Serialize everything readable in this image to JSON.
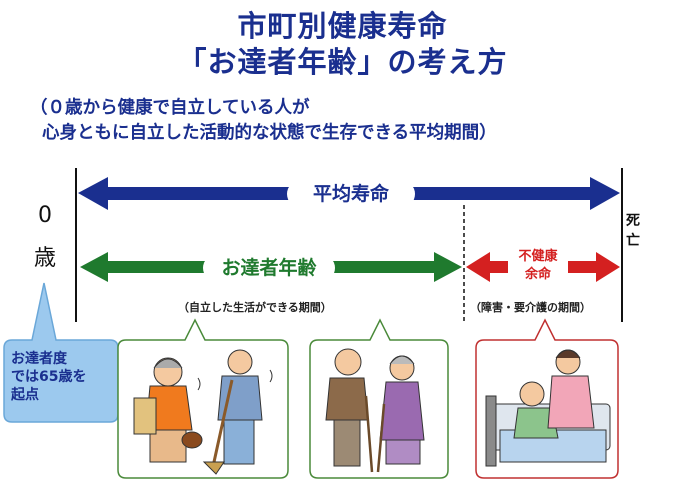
{
  "title": {
    "line1": "市町別健康寿命",
    "line2": "「お達者年齢」の考え方"
  },
  "subtitle": {
    "line1": "（０歳から健康で自立している人が",
    "line2": "心身ともに自立した活動的な状態で生存できる平均期間）"
  },
  "axis": {
    "start_digit": "0",
    "start_unit": "歳",
    "end_line1": "死",
    "end_line2": "亡"
  },
  "arrows": {
    "life_expectancy": "平均寿命",
    "otassha_age": "お達者年齢",
    "unhealthy_line1": "不健康",
    "unhealthy_line2": "余命"
  },
  "notes": {
    "independent": "（自立した生活ができる期間）",
    "disability": "（障害・要介護の期間）"
  },
  "bubble": {
    "line1": "お達者度",
    "line2": "では65歳を",
    "line3": "起点"
  },
  "colors": {
    "navy": "#1a2f8f",
    "green": "#1f7a2e",
    "red": "#d42020",
    "bubble_fill": "#9cc9ee"
  }
}
